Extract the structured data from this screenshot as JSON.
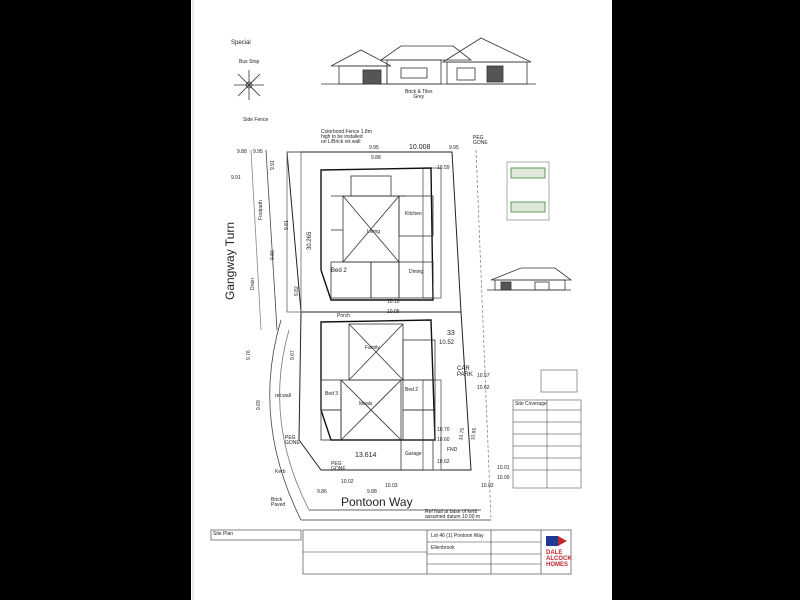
{
  "title_label": "Special",
  "elevation_caption": "Brick & Tiles\nGrey",
  "streets": {
    "left": "Gangway Turn",
    "bottom": "Pontoon Way"
  },
  "rooms": {
    "bed2": "Bed 2",
    "bed3": "Bed 3",
    "bed2b": "Bed 2",
    "dining": "Dining",
    "living": "Living",
    "meals": "Meals",
    "family": "Family",
    "porch": "Porch",
    "garage": "Garage",
    "kitchen": "Kitchen"
  },
  "labels": {
    "car_park": "CAR\nPARK",
    "peg_gone_top": "PEG\nGONE",
    "peg_gone_mid": "PEG\nGONE",
    "peg_gone_bottom": "PEG\nGONE",
    "fnd": "FND",
    "brick_paved": "Brick\nPaved",
    "ref_nail": "Ref Nail at base of kerb\nassumed datum 10.00 m",
    "colorbond": "Colorbond Fence 1.8m\nhigh to be installed\non L/Brick ret.wall",
    "drain": "Drain",
    "kerb": "Kerb",
    "side_fence": "Side Fence",
    "footpath": "Footpath",
    "bus_stop": "Bus Stop",
    "site_plan_title": "Site Plan",
    "ret_wall": "ret.wall"
  },
  "dims": {
    "top_width": "10.008",
    "top_a": "9.95",
    "top_b": "9.95",
    "top_c": "9.88",
    "right_level_a": "10.59",
    "right_level_b": "10.52",
    "right_lot_len": "33",
    "left_lot_len": "30.265",
    "left_a": "9.91",
    "left_b": "9.86",
    "left_c": "9.81",
    "left_d": "9.82",
    "left_e": "9.76",
    "left_f": "9.69",
    "left_g": "9.67",
    "bottom_width": "13.614",
    "bottom_a": "10.02",
    "bottom_b": "9.88",
    "bottom_c": "9.86",
    "bottom_d": "10.03",
    "bottom_e": "10.03",
    "right_e": "10.57",
    "right_f": "10.62",
    "right_g": "10.75",
    "right_h": "10.85",
    "right_i": "10.70",
    "right_j": "10.60",
    "right_k": "10.62",
    "tl_a": "9.88",
    "tl_b": "9.95",
    "tl_c": "9.91",
    "mid_a": "10.10",
    "mid_b": "10.05",
    "lower_a": "10.01",
    "lower_b": "10.00"
  },
  "title_block": {
    "company": "DALE\nALCOCK\nHOMES",
    "client": "Lot 46 (1) Pontoon Way",
    "suburb": "Ellenbrook"
  },
  "schedule_title": "Site Coverage",
  "colors": {
    "background": "#000000",
    "sheet": "#ffffff",
    "ink": "#222222",
    "logo_red": "#c1272d",
    "logo_blue": "#1f3a93",
    "green": "#3a8a3a"
  }
}
